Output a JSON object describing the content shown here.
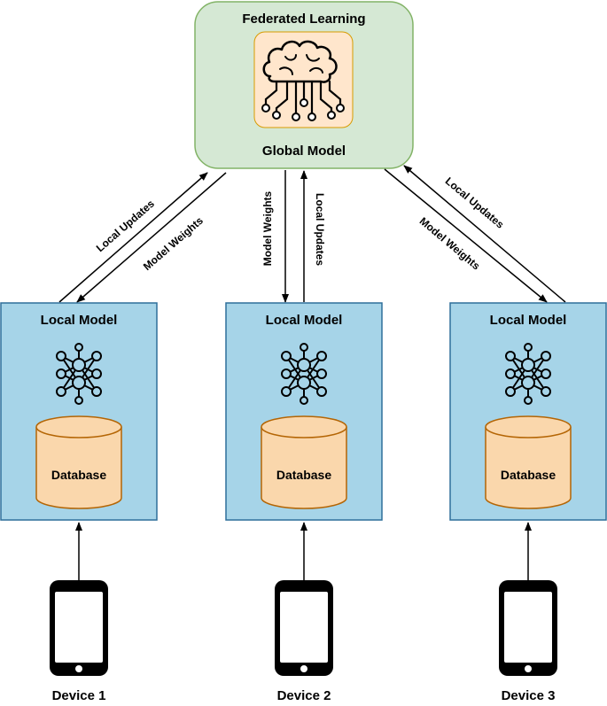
{
  "global": {
    "title": "Federated Learning",
    "subtitle": "Global Model",
    "icon": "brain-circuit-icon",
    "fill": "#d5e8d4",
    "stroke": "#82b366"
  },
  "local_nodes": [
    {
      "title": "Local Model",
      "database": "Database",
      "device": "Device 1"
    },
    {
      "title": "Local Model",
      "database": "Database",
      "device": "Device 2"
    },
    {
      "title": "Local Model",
      "database": "Database",
      "device": "Device 3"
    }
  ],
  "edge_labels": {
    "local_updates": "Local Updates",
    "model_weights": "Model Weights"
  },
  "colors": {
    "local_fill": "#a6d4e8",
    "local_stroke": "#2f6f9a",
    "db_fill": "#fad7ac",
    "db_stroke": "#b46504",
    "icon_bg": "#ffe6cc"
  },
  "icons": {
    "network": "neural-network-icon",
    "phone": "smartphone-icon",
    "database": "database-cylinder-icon"
  }
}
